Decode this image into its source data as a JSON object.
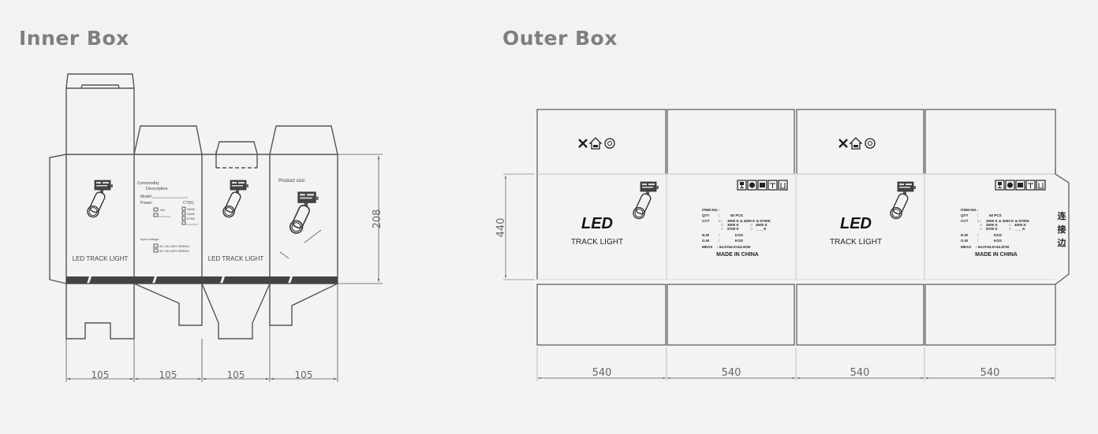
{
  "inner_box": {
    "title": "Inner Box",
    "panel_label": "LED TRACK LIGHT",
    "commodity": {
      "heading_line1": "Commodity",
      "heading_line2": "Description",
      "model_label": "Model:",
      "power_label": "Power:",
      "power_options": [
        "9W",
        ""
      ],
      "ct_label": "CT(K):",
      "ct_options": [
        "3000K",
        "4000K",
        "5700K",
        ""
      ],
      "voltage_label": "Input voltage:",
      "voltage_options": [
        "AC 100-240V  50/60Hz",
        "AC 220-240V  50/60Hz"
      ]
    },
    "product_size_label": "Product size:",
    "height_dim": "208",
    "width_dims": [
      "105",
      "105",
      "105",
      "105"
    ]
  },
  "outer_box": {
    "title": "Outer Box",
    "brand": "LED",
    "product_name": "TRACK LIGHT",
    "spec": {
      "item_no": "ITEM NO.:",
      "qty_label": "QTY",
      "qty_value": "50  PCS",
      "cct_label": "CCT",
      "cct_line1": "3000 K & 4000 K & 5700K",
      "cct_opt_a": "3000 K",
      "cct_opt_b": "4000 K",
      "cct_opt_c": "5700 K",
      "cct_opt_d": "____K",
      "nw_label": "N.W",
      "nw_value": "KGS",
      "gw_label": "G.W",
      "gw_value": "KGS",
      "meas_label": "MEAS",
      "meas_value": ": 54.0×54.0×44.0CM",
      "origin": "MADE IN CHINA"
    },
    "flap_label_chars": [
      "连",
      "接",
      "边"
    ],
    "height_dim": "440",
    "width_dims": [
      "540",
      "540",
      "540",
      "540"
    ]
  }
}
